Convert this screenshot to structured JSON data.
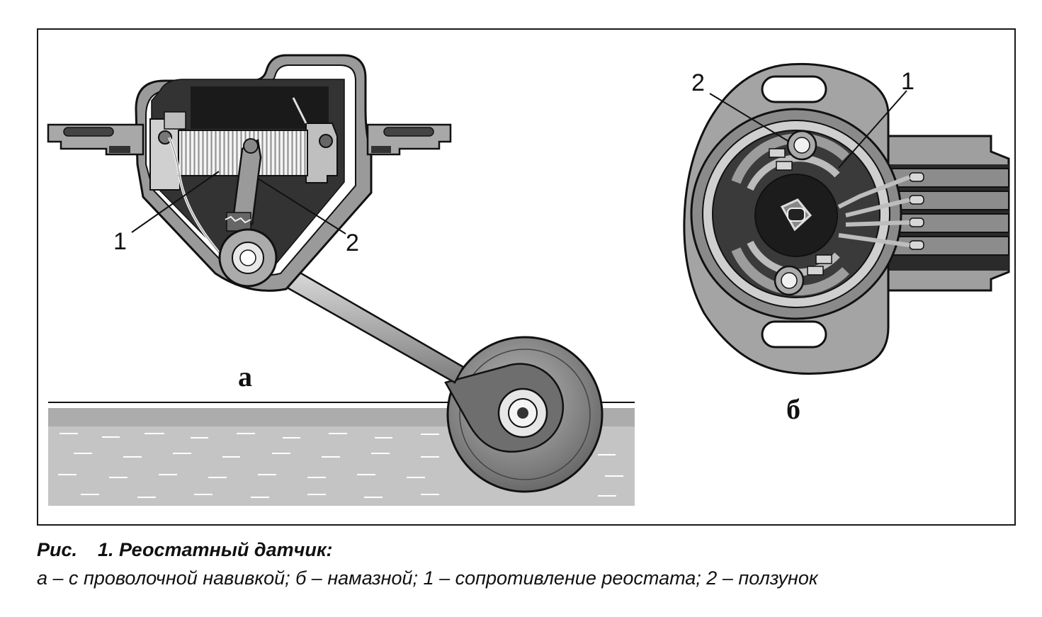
{
  "figure": {
    "panel_a": {
      "label": "а",
      "callout_resistor": "1",
      "callout_slider": "2"
    },
    "panel_b": {
      "label": "б",
      "callout_resistor": "1",
      "callout_slider": "2"
    }
  },
  "caption": {
    "prefix": "Рис.",
    "title": "1. Реостатный датчик:",
    "description": "а – с проволочной навивкой; б – намазной; 1 – сопротивление реостата; 2 – ползунок"
  }
}
